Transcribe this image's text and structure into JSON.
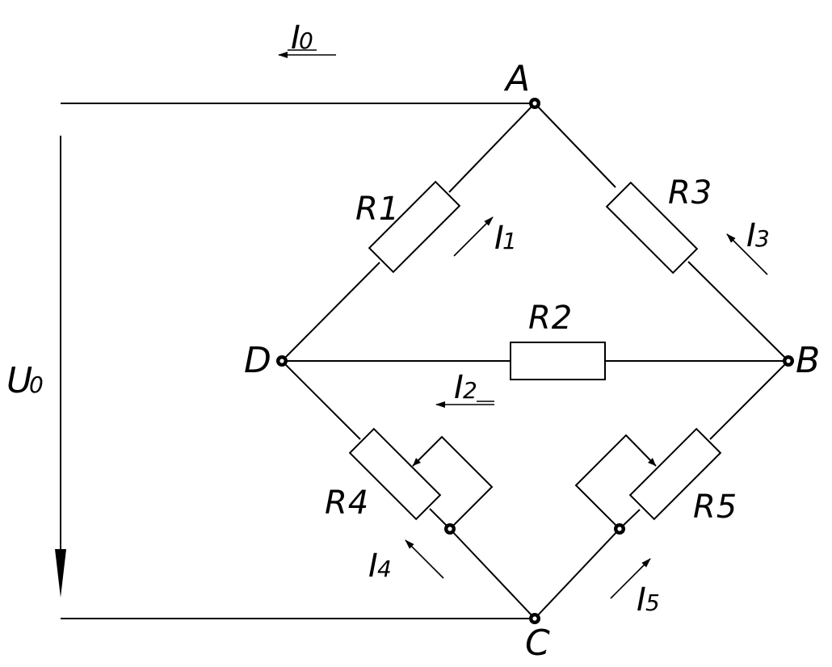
{
  "nodes": {
    "A": "A",
    "B": "B",
    "C": "C",
    "D": "D"
  },
  "resistors": {
    "r1": "R1",
    "r2": "R2",
    "r3": "R3",
    "r4": "R4",
    "r5": "R5"
  },
  "currents": {
    "i0": {
      "main": "I",
      "sub": "0"
    },
    "i1": {
      "main": "I",
      "sub": "1"
    },
    "i2": {
      "main": "I",
      "sub": "2"
    },
    "i3": {
      "main": "I",
      "sub": "3"
    },
    "i4": {
      "main": "I",
      "sub": "4"
    },
    "i5": {
      "main": "I",
      "sub": "5"
    }
  },
  "voltage": {
    "main": "U",
    "sub": "0"
  }
}
